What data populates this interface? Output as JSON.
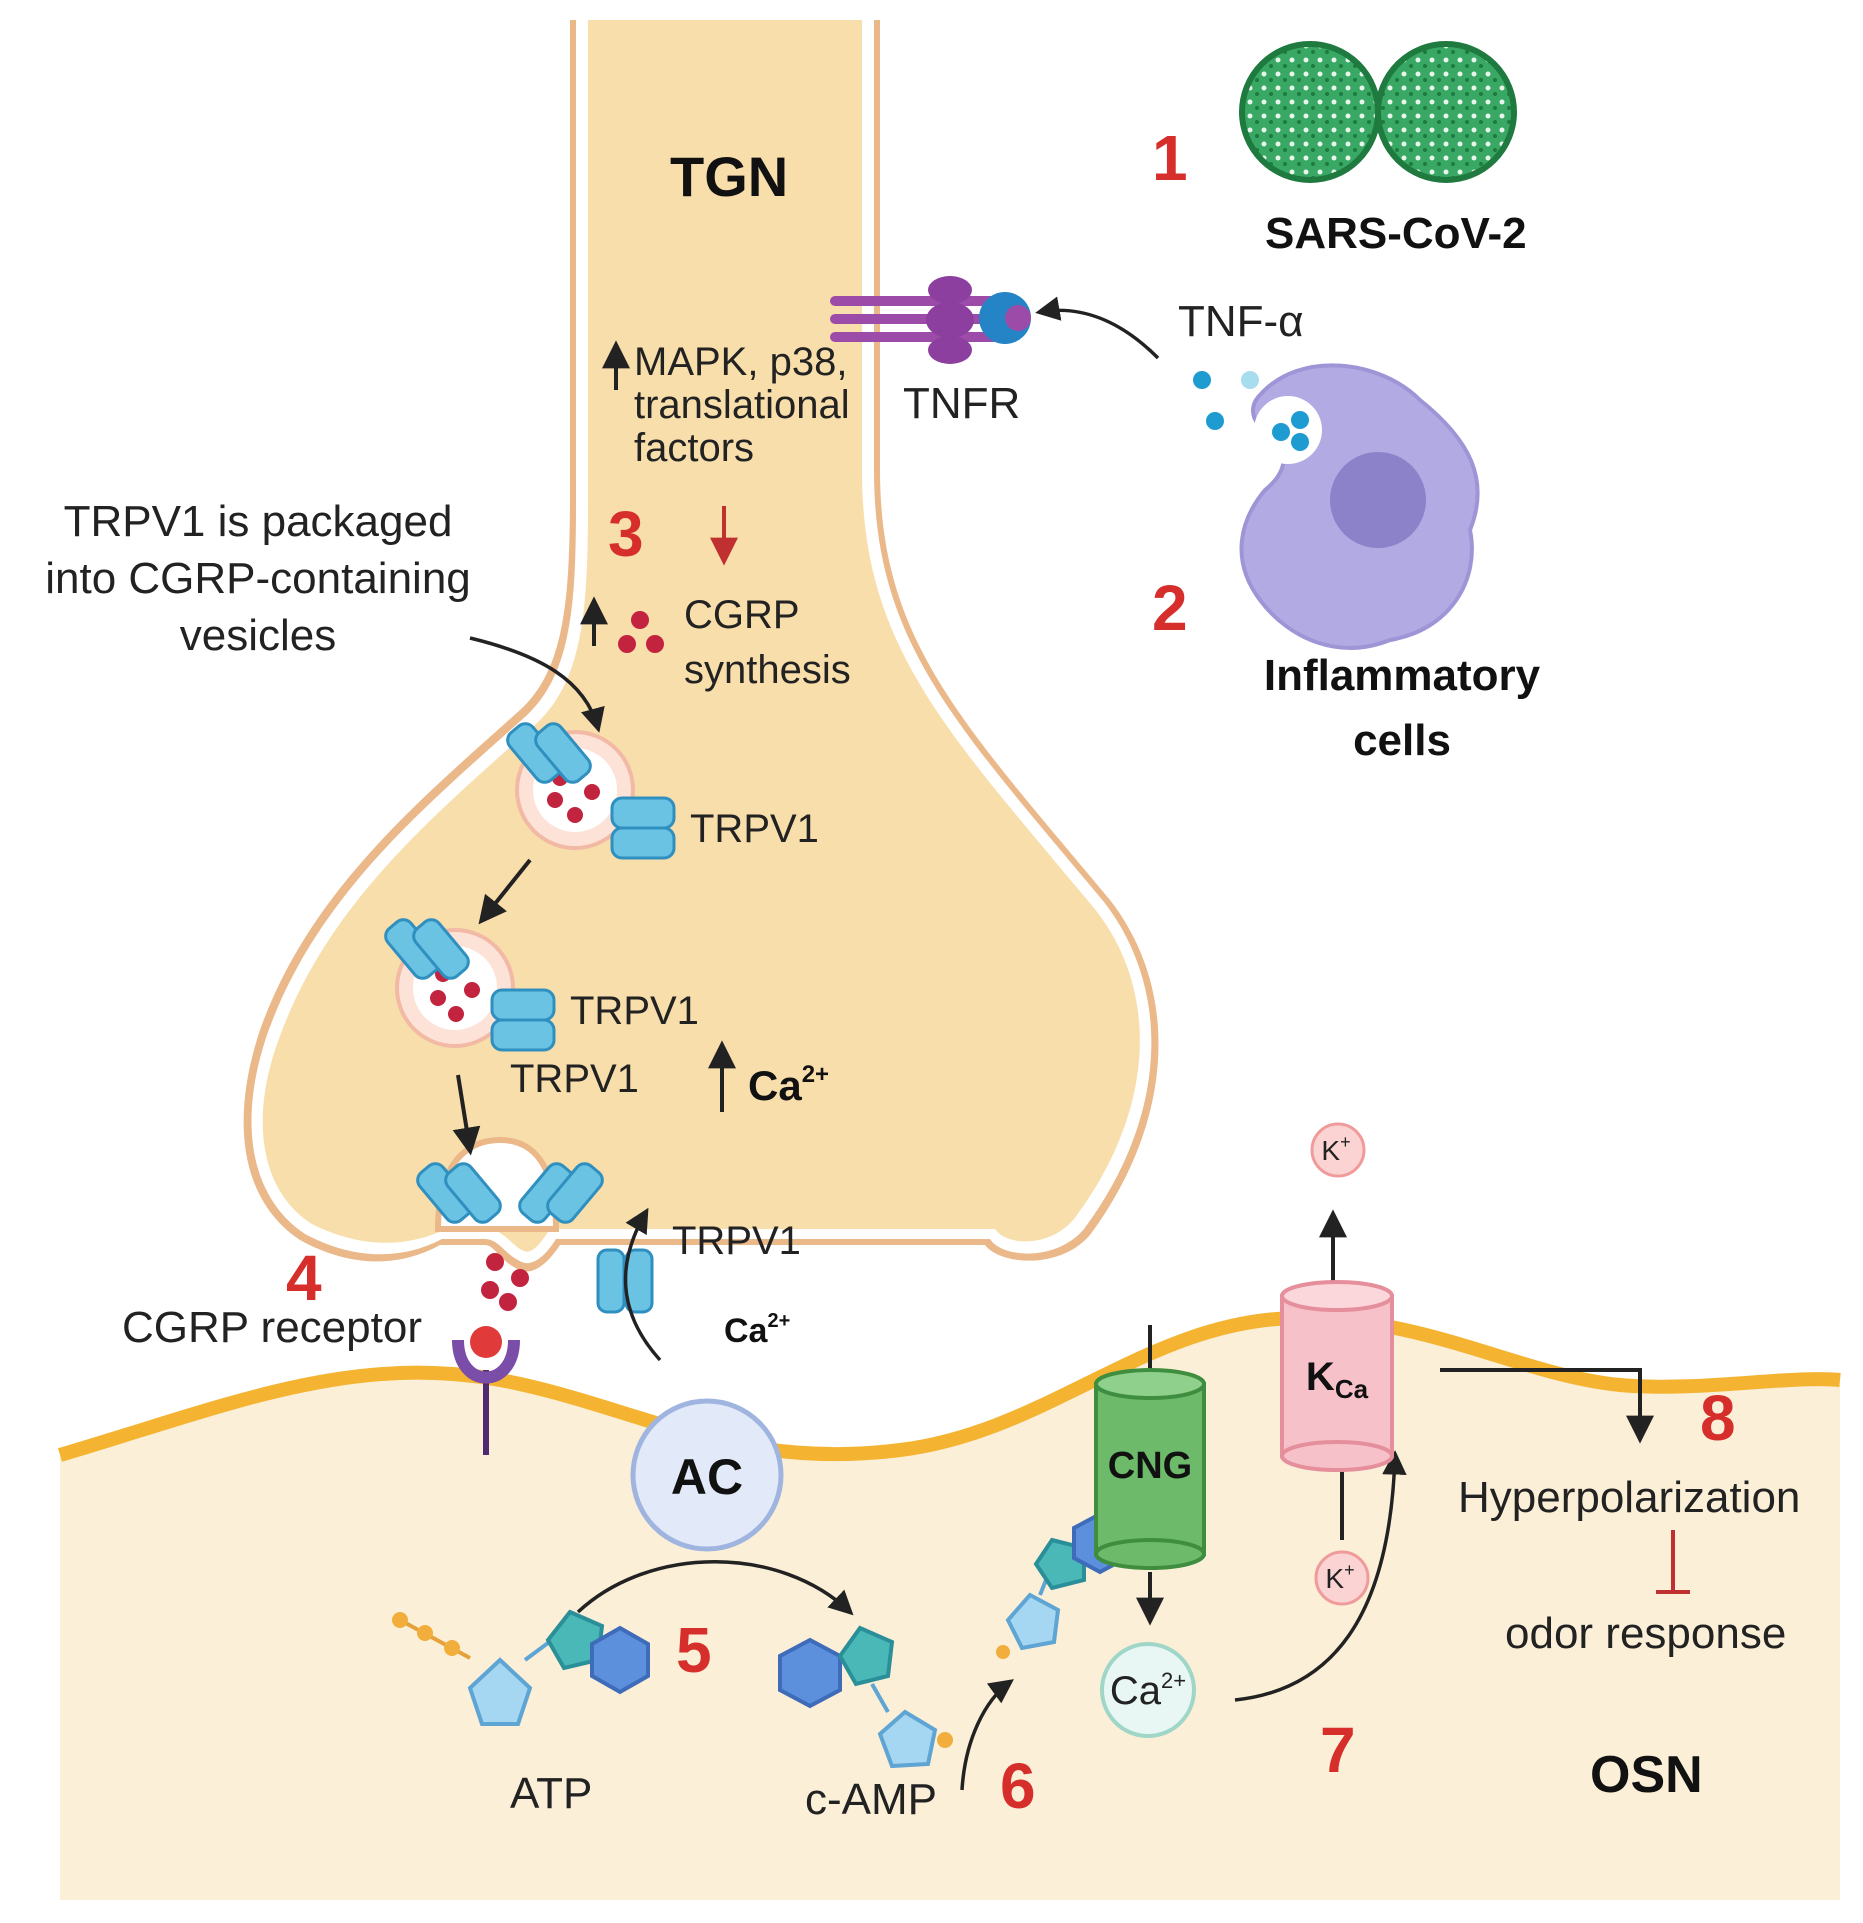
{
  "colors": {
    "neuron_fill": "#f8deab",
    "neuron_membrane": "#ffffff",
    "neuron_outline": "#eab889",
    "osn_fill": "#fbefd8",
    "osn_membrane": "#f4b431",
    "step_number": "#d62f2b",
    "trpv1": "#6ac3e3",
    "cgrp_dot": "#c2233f",
    "virus": "#2e9a55",
    "inflammatory_cell": "#b2abe3",
    "cng": "#6cba6a",
    "kca": "#f7c1c9",
    "ac": "#e2e9f8"
  },
  "labels": {
    "tgn": "TGN",
    "sars_cov_2": "SARS-CoV-2",
    "tnf_alpha": "TNF-α",
    "tnfr": "TNFR",
    "mapk_line1": "MAPK, p38,",
    "mapk_line2": "translational",
    "mapk_line3": "factors",
    "packaged_line1": "TRPV1  is packaged",
    "packaged_line2": "into CGRP-containing",
    "packaged_line3": "vesicles",
    "cgrp_line1": "CGRP",
    "cgrp_line2": "synthesis",
    "inflammatory_line1": "Inflammatory",
    "inflammatory_line2": "cells",
    "trpv1_a": "TRPV1",
    "trpv1_b": "TRPV1",
    "trpv1_c": "TRPV1",
    "trpv1_d": "TRPV1",
    "ca_top": "Ca",
    "ca_top_sup": "2+",
    "ca_bottom": "Ca",
    "ca_bottom_sup": "2+",
    "ca_ion": "Ca",
    "ca_ion_sup": "2+",
    "k_top": "K",
    "k_top_sup": "+",
    "k_bottom": "K",
    "k_bottom_sup": "+",
    "cgrp_receptor": "CGRP receptor",
    "ac": "AC",
    "cng": "CNG",
    "kca_main": "K",
    "kca_sub": "Ca",
    "atp": "ATP",
    "camp": "c-AMP",
    "hyperpolarization": "Hyperpolarization",
    "odor_response": "odor response",
    "osn": "OSN"
  },
  "steps": {
    "s1": "1",
    "s2": "2",
    "s3": "3",
    "s4": "4",
    "s5": "5",
    "s6": "6",
    "s7": "7",
    "s8": "8"
  }
}
